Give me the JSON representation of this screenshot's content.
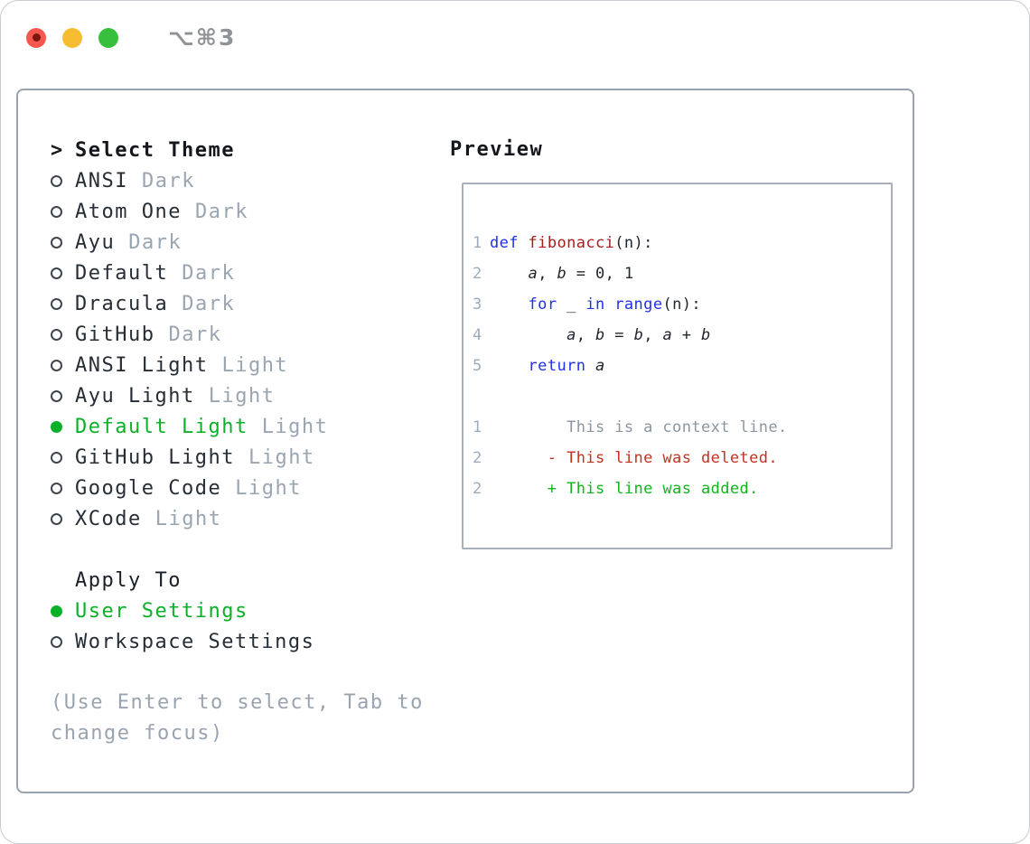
{
  "window": {
    "shortcut_label": "⌥⌘3"
  },
  "colors": {
    "selected_green": "#0bb029",
    "keyword": "#2230e8",
    "function_name": "#a61d1d",
    "deleted": "#c23322",
    "added": "#11b41e",
    "context": "#8d969e",
    "gutter": "#9fabba",
    "tag": "#9aa5b2",
    "hint": "#9aa4af",
    "traffic_red": "#f4574d",
    "traffic_yellow": "#f6bd33",
    "traffic_green": "#36c03c"
  },
  "theme_picker": {
    "prompt": ">",
    "title": "Select Theme",
    "items": [
      {
        "name": "ANSI",
        "tag": "Dark",
        "selected": false
      },
      {
        "name": "Atom One",
        "tag": "Dark",
        "selected": false
      },
      {
        "name": "Ayu",
        "tag": "Dark",
        "selected": false
      },
      {
        "name": "Default",
        "tag": "Dark",
        "selected": false
      },
      {
        "name": "Dracula",
        "tag": "Dark",
        "selected": false
      },
      {
        "name": "GitHub",
        "tag": "Dark",
        "selected": false
      },
      {
        "name": "ANSI Light",
        "tag": "Light",
        "selected": false
      },
      {
        "name": "Ayu Light",
        "tag": "Light",
        "selected": false
      },
      {
        "name": "Default Light",
        "tag": "Light",
        "selected": true
      },
      {
        "name": "GitHub Light",
        "tag": "Light",
        "selected": false
      },
      {
        "name": "Google Code",
        "tag": "Light",
        "selected": false
      },
      {
        "name": "XCode",
        "tag": "Light",
        "selected": false
      }
    ]
  },
  "apply_to": {
    "title": "Apply To",
    "options": [
      {
        "label": "User Settings",
        "selected": true
      },
      {
        "label": "Workspace Settings",
        "selected": false
      }
    ]
  },
  "hint": "(Use Enter to select, Tab to\nchange focus)",
  "preview": {
    "title": "Preview",
    "code_lines": [
      {
        "num": "1",
        "tokens": [
          [
            "def",
            "kw"
          ],
          [
            " ",
            "pl"
          ],
          [
            "fibonacci",
            "fn"
          ],
          [
            "(n):",
            "pl"
          ]
        ]
      },
      {
        "num": "2",
        "tokens": [
          [
            "    ",
            "pl"
          ],
          [
            "a",
            "var"
          ],
          [
            ", ",
            "pl"
          ],
          [
            "b",
            "var"
          ],
          [
            " = 0, 1",
            "pl"
          ]
        ]
      },
      {
        "num": "3",
        "tokens": [
          [
            "    ",
            "pl"
          ],
          [
            "for",
            "kw"
          ],
          [
            " _ ",
            "pl"
          ],
          [
            "in",
            "kw"
          ],
          [
            " ",
            "pl"
          ],
          [
            "range",
            "kw"
          ],
          [
            "(n):",
            "pl"
          ]
        ]
      },
      {
        "num": "4",
        "tokens": [
          [
            "        ",
            "pl"
          ],
          [
            "a",
            "var"
          ],
          [
            ", ",
            "pl"
          ],
          [
            "b",
            "var"
          ],
          [
            " = ",
            "pl"
          ],
          [
            "b",
            "var"
          ],
          [
            ", ",
            "pl"
          ],
          [
            "a",
            "var"
          ],
          [
            " + ",
            "pl"
          ],
          [
            "b",
            "var"
          ]
        ]
      },
      {
        "num": "5",
        "tokens": [
          [
            "    ",
            "pl"
          ],
          [
            "return",
            "kw"
          ],
          [
            " ",
            "pl"
          ],
          [
            "a",
            "var"
          ]
        ]
      }
    ],
    "diff_lines": [
      {
        "num": "1",
        "kind": "context",
        "text": "        This is a context line."
      },
      {
        "num": "2",
        "kind": "deleted",
        "text": "      - This line was deleted."
      },
      {
        "num": "2",
        "kind": "added",
        "text": "      + This line was added."
      }
    ]
  }
}
